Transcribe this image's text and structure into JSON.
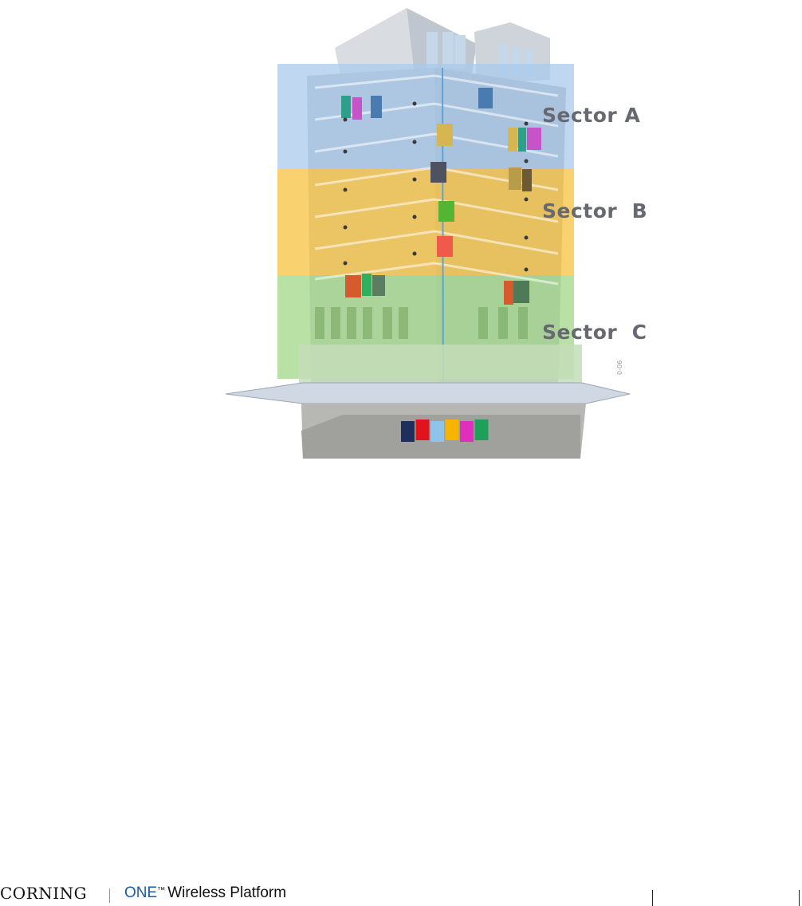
{
  "diagram": {
    "sectors": [
      {
        "label": "Sector A",
        "color": "#a9c9ec"
      },
      {
        "label": "Sector  B",
        "color": "#f7c64a"
      },
      {
        "label": "Sector  C",
        "color": "#a8d98e"
      }
    ],
    "equipment_colors": [
      "#1f2e5a",
      "#e1141c",
      "#8fc3ea",
      "#f7b400",
      "#e12fbd",
      "#1fa05a"
    ],
    "small_vertical_text": "0-06"
  },
  "footer": {
    "brand": "CORNING",
    "product_one": "ONE",
    "product_tm": "™",
    "product_rest": "Wireless Platform"
  }
}
